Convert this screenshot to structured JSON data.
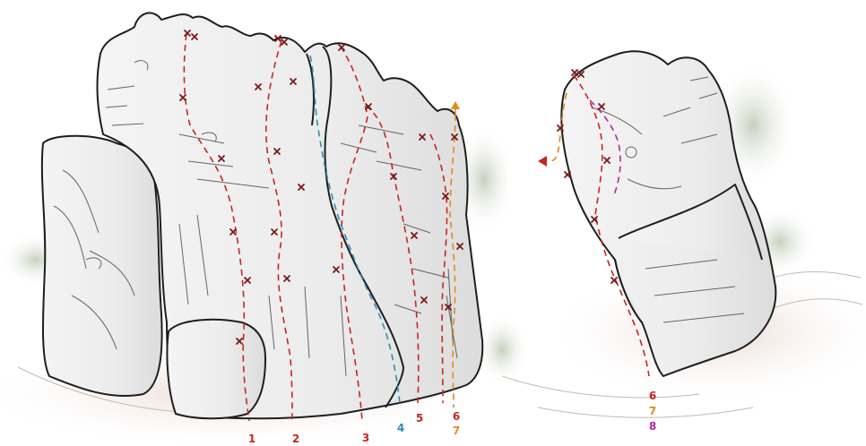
{
  "topo": {
    "colors": {
      "red": "#c3281f",
      "blue": "#2a90b8",
      "orange": "#e08a1e",
      "purple": "#b02aa0",
      "bolt": "#7a1818",
      "rock_outline": "#1e1e1e"
    },
    "routes_main": [
      {
        "label": "1",
        "color": "red"
      },
      {
        "label": "2",
        "color": "red"
      },
      {
        "label": "3",
        "color": "red"
      },
      {
        "label": "4",
        "color": "blue"
      },
      {
        "label": "5",
        "color": "red"
      },
      {
        "label": "6",
        "color": "red"
      },
      {
        "label": "7",
        "color": "orange"
      }
    ],
    "routes_side": [
      {
        "label": "6",
        "color": "red"
      },
      {
        "label": "7",
        "color": "orange"
      },
      {
        "label": "8",
        "color": "purple"
      }
    ]
  }
}
